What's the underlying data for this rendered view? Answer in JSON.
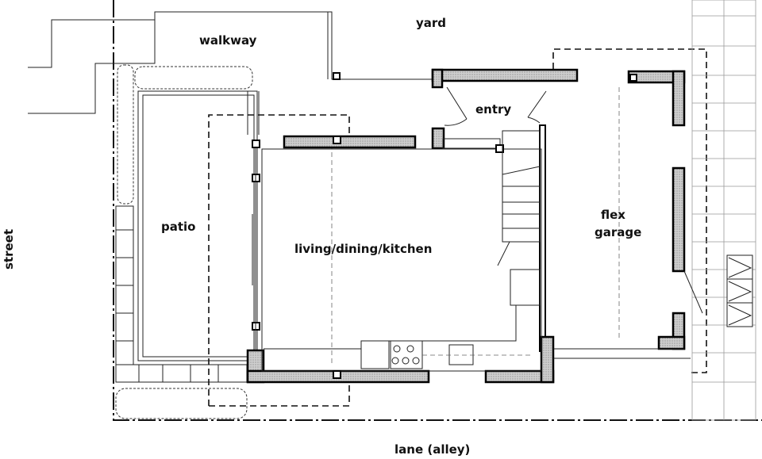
{
  "labels": {
    "yard": "yard",
    "walkway": "walkway",
    "entry": "entry",
    "patio": "patio",
    "living": "living/dining/kitchen",
    "garage_line1": "flex",
    "garage_line2": "garage",
    "street": "street",
    "lane": "lane (alley)"
  }
}
